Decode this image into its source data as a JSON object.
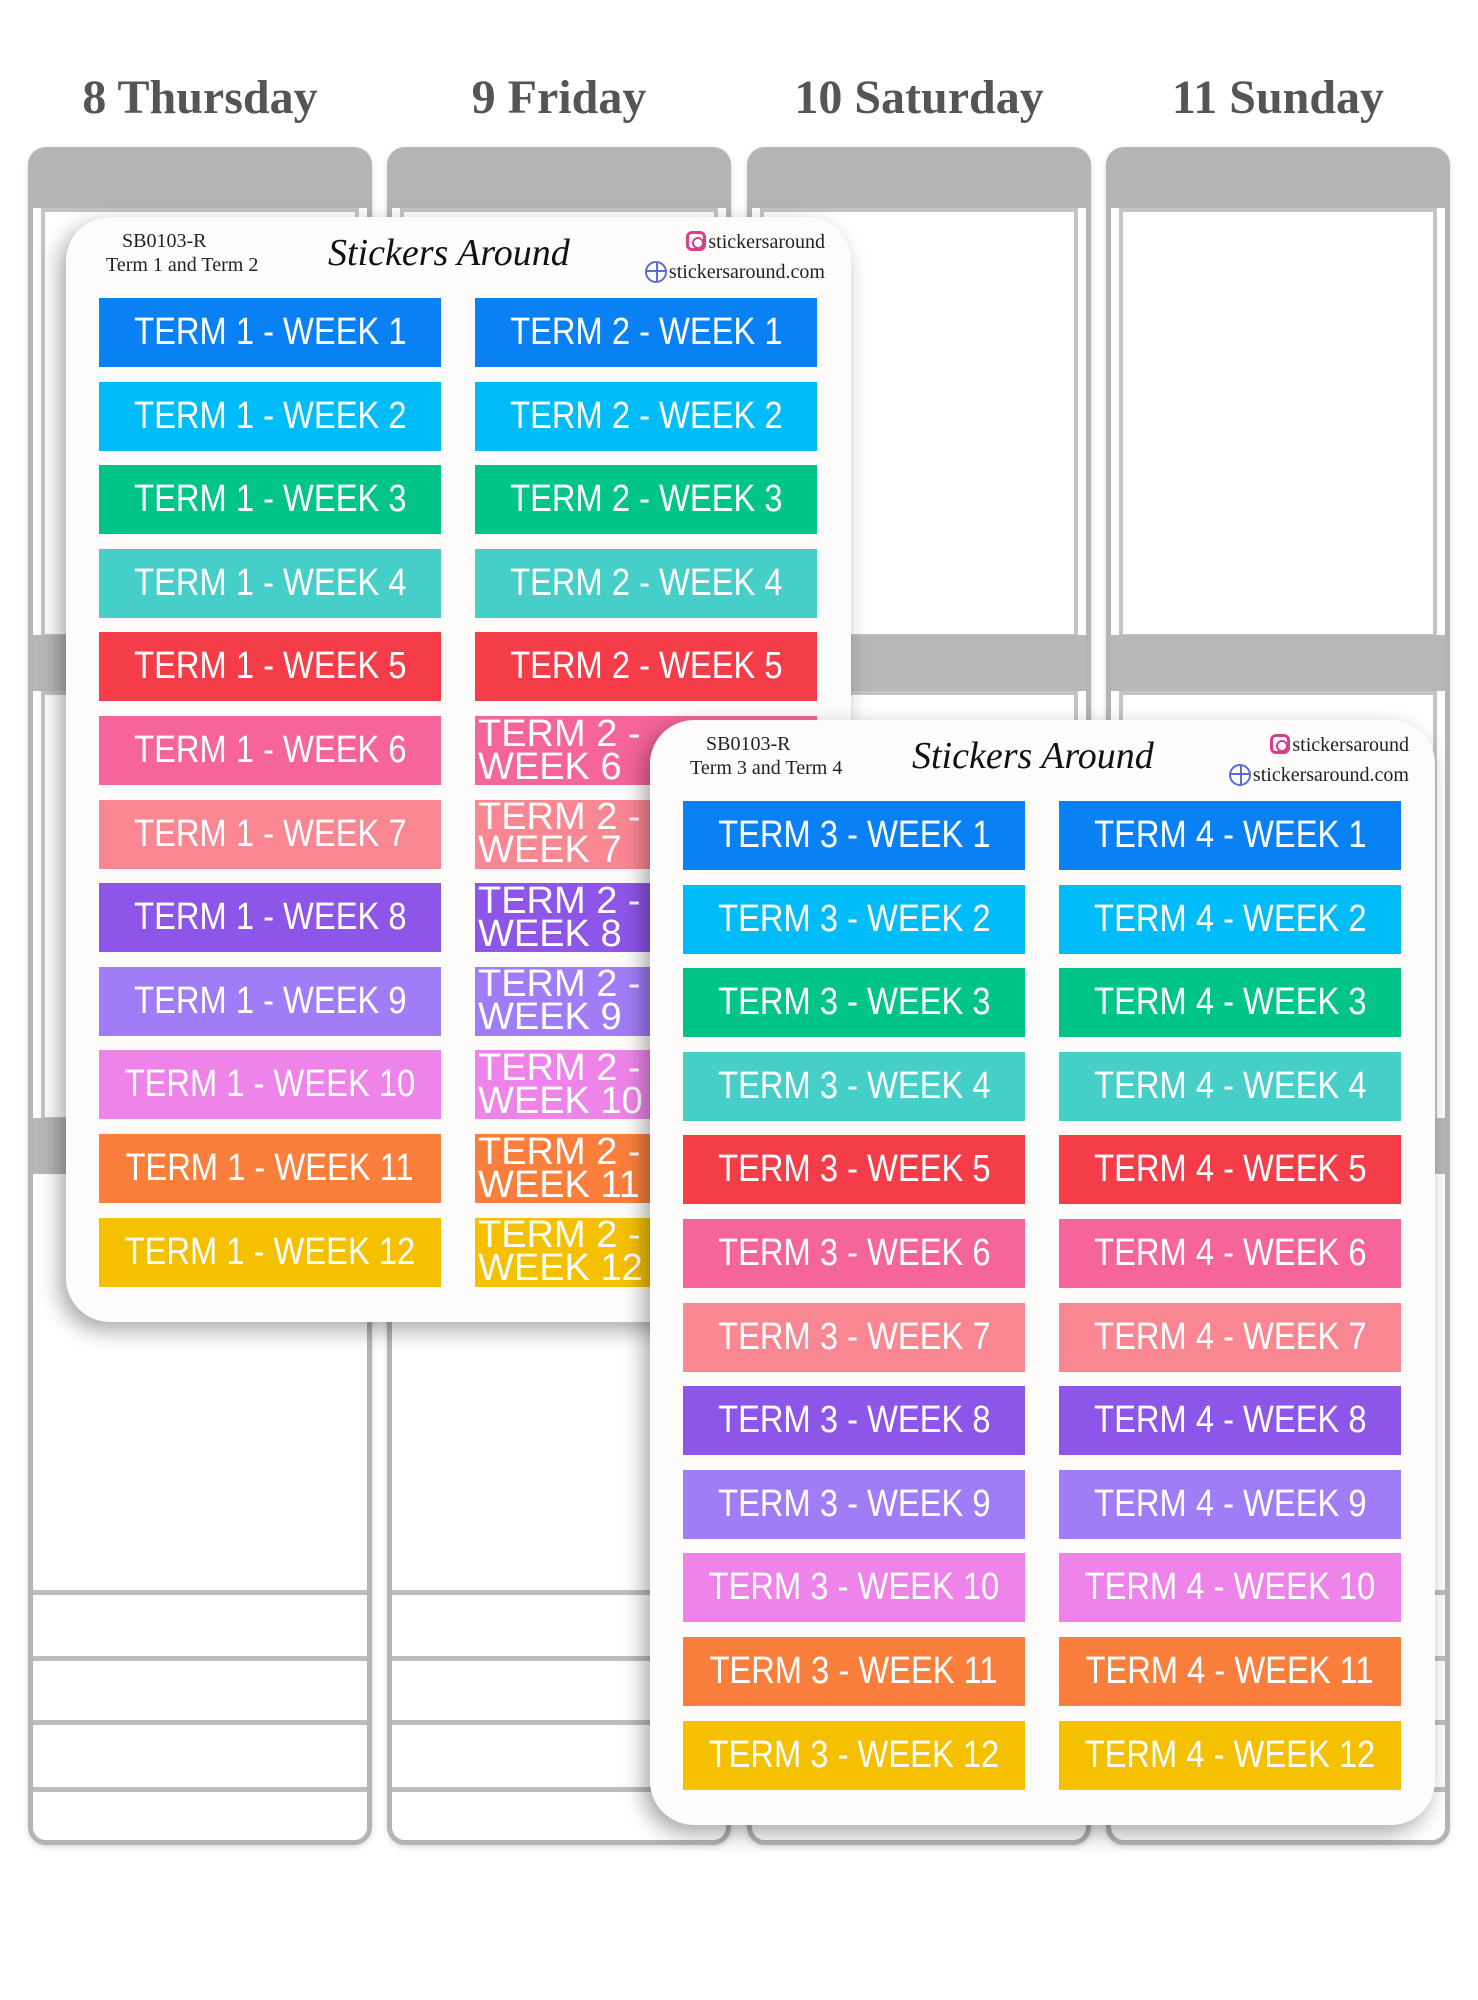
{
  "days": [
    "8 Thursday",
    "9 Friday",
    "10 Saturday",
    "11 Sunday"
  ],
  "week_colors": [
    "#0a80f5",
    "#00bcf8",
    "#00c488",
    "#46cfc9",
    "#f43d48",
    "#f5649a",
    "#f98792",
    "#8d55e8",
    "#a07cf6",
    "#ee84ea",
    "#fa7f3c",
    "#f4c000"
  ],
  "sheets": [
    {
      "code": "SB0103-R",
      "subtitle": "Term 1 and Term 2",
      "brand": "Stickers Around",
      "instagram": "stickersaround",
      "website": "stickersaround.com",
      "columns": [
        [
          "TERM 1 - WEEK 1",
          "TERM 1 - WEEK 2",
          "TERM 1 - WEEK 3",
          "TERM 1 - WEEK 4",
          "TERM 1 - WEEK 5",
          "TERM 1 - WEEK 6",
          "TERM 1 - WEEK 7",
          "TERM 1 - WEEK 8",
          "TERM 1 - WEEK 9",
          "TERM 1 - WEEK 10",
          "TERM 1 - WEEK 11",
          "TERM 1 - WEEK 12"
        ],
        [
          "TERM 2 - WEEK 1",
          "TERM 2 - WEEK 2",
          "TERM 2 - WEEK 3",
          "TERM 2 - WEEK 4",
          "TERM 2 - WEEK 5",
          "TERM 2 - WEEK 6",
          "TERM 2 - WEEK 7",
          "TERM 2 - WEEK 8",
          "TERM 2 - WEEK 9",
          "TERM 2 - WEEK 10",
          "TERM 2 - WEEK 11",
          "TERM 2 - WEEK 12"
        ]
      ]
    },
    {
      "code": "SB0103-R",
      "subtitle": "Term 3 and Term 4",
      "brand": "Stickers Around",
      "instagram": "stickersaround",
      "website": "stickersaround.com",
      "columns": [
        [
          "TERM 3 - WEEK 1",
          "TERM 3 - WEEK 2",
          "TERM 3 - WEEK 3",
          "TERM 3 - WEEK 4",
          "TERM 3 - WEEK 5",
          "TERM 3 - WEEK 6",
          "TERM 3 - WEEK 7",
          "TERM 3 - WEEK 8",
          "TERM 3 - WEEK 9",
          "TERM 3 - WEEK 10",
          "TERM 3 - WEEK 11",
          "TERM 3 - WEEK 12"
        ],
        [
          "TERM 4 - WEEK 1",
          "TERM 4 - WEEK 2",
          "TERM 4 - WEEK 3",
          "TERM 4 - WEEK 4",
          "TERM 4 - WEEK 5",
          "TERM 4 - WEEK 6",
          "TERM 4 - WEEK 7",
          "TERM 4 - WEEK 8",
          "TERM 4 - WEEK 9",
          "TERM 4 - WEEK 10",
          "TERM 4 - WEEK 11",
          "TERM 4 - WEEK 12"
        ]
      ]
    }
  ]
}
